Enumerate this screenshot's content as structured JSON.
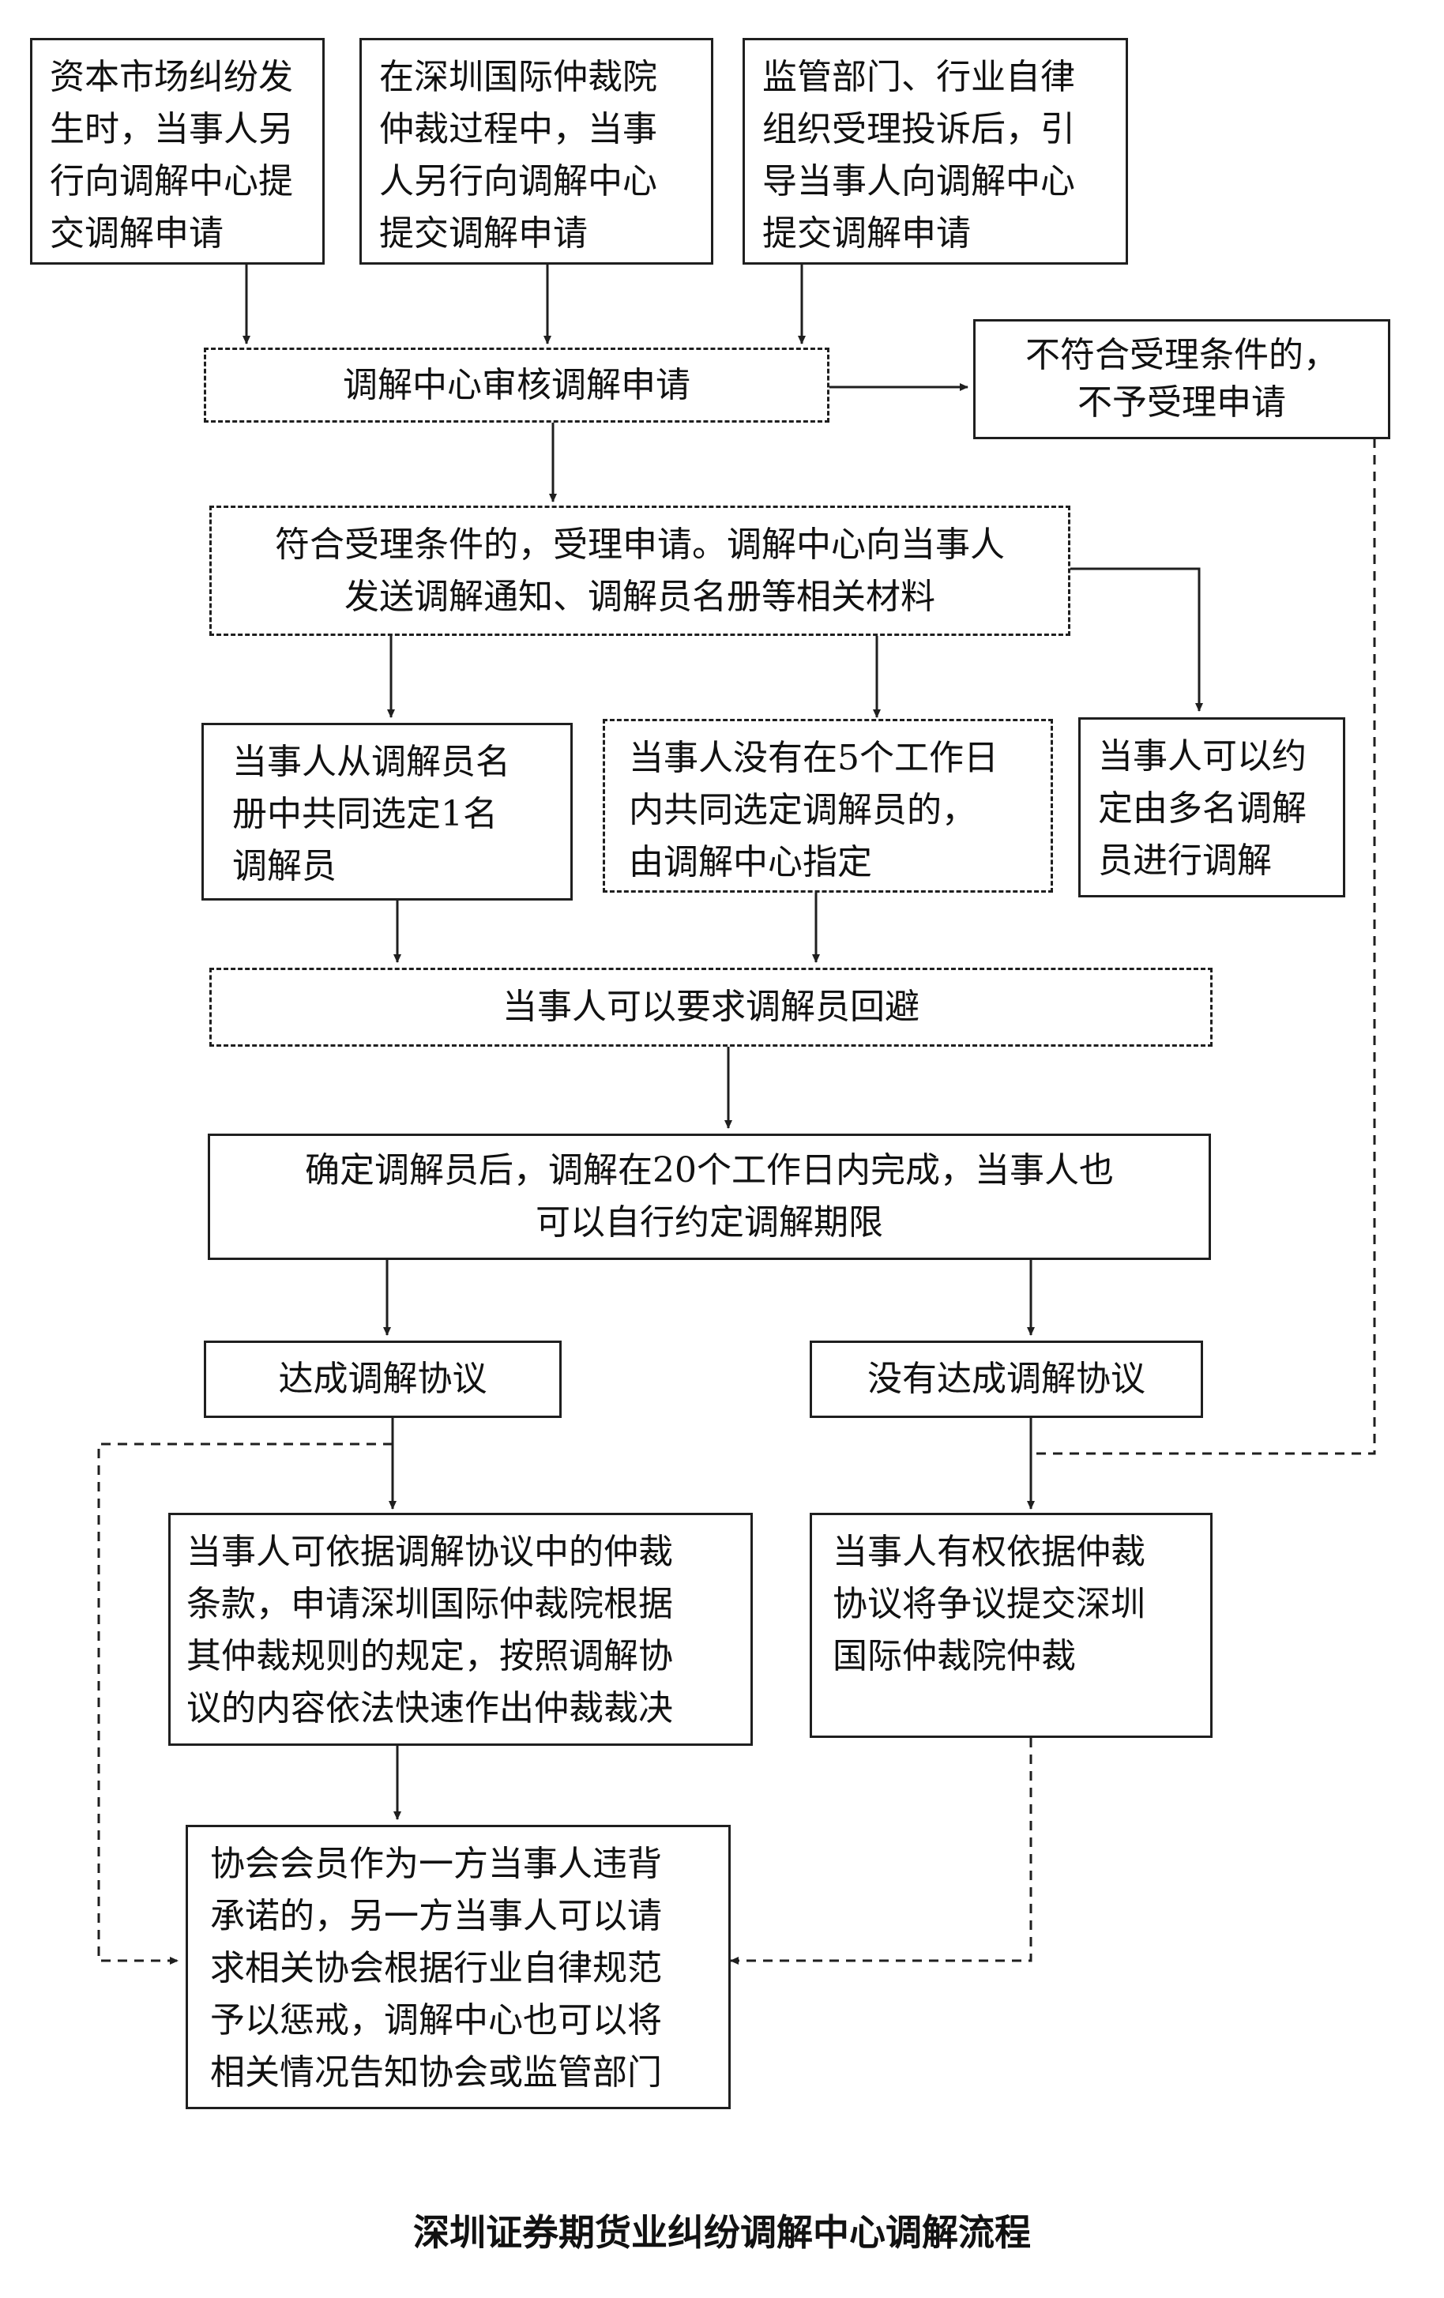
{
  "nodes": {
    "src1": "资本市场纠纷发\n生时，当事人另\n行向调解中心提\n交调解申请",
    "src2": "在深圳国际仲裁院\n仲裁过程中，当事\n人另行向调解中心\n提交调解申请",
    "src3": "监管部门、行业自律\n组织受理投诉后，引\n导当事人向调解中心\n提交调解申请",
    "review": "调解中心审核调解申请",
    "reject": "不符合受理条件的，\n不予受理申请",
    "accept": "符合受理条件的，受理申请。调解中心向当事人\n发送调解通知、调解员名册等相关材料",
    "choose_one": "当事人从调解员名\n册中共同选定1名\n调解员",
    "center_assigns": "当事人没有在5个工作日\n内共同选定调解员的，\n由调解中心指定",
    "multiple": "当事人可以约\n定由多名调解\n员进行调解",
    "recusal": "当事人可以要求调解员回避",
    "period": "确定调解员后，调解在20个工作日内完成，当事人也\n可以自行约定调解期限",
    "reached": "达成调解协议",
    "not_reached": "没有达成调解协议",
    "arb_award": "当事人可依据调解协议中的仲裁\n条款，申请深圳国际仲裁院根据\n其仲裁规则的规定，按照调解协\n议的内容依法快速作出仲裁裁决",
    "arb_submit": "当事人有权依据仲裁\n协议将争议提交深圳\n国际仲裁院仲裁",
    "discipline": "协会会员作为一方当事人违背\n承诺的，另一方当事人可以请\n求相关协会根据行业自律规范\n予以惩戒，调解中心也可以将\n相关情况告知协会或监管部门"
  },
  "caption": "深圳证券期货业纠纷调解中心调解流程"
}
